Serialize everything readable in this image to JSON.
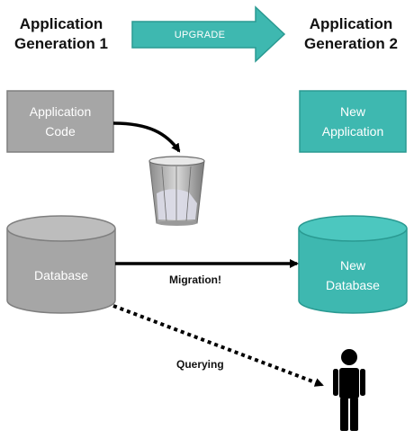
{
  "generations": {
    "left": {
      "line1": "Application",
      "line2": "Generation 1"
    },
    "right": {
      "line1": "Application",
      "line2": "Generation 2"
    }
  },
  "upgrade_label": "UPGRADE",
  "boxes": {
    "app_code": {
      "line1": "Application",
      "line2": "Code"
    },
    "new_app": {
      "line1": "New",
      "line2": "Application"
    }
  },
  "cylinders": {
    "database": {
      "line1": "Database"
    },
    "new_database": {
      "line1": "New",
      "line2": "Database"
    }
  },
  "labels": {
    "migration": "Migration!",
    "querying": "Querying"
  },
  "colors": {
    "teal": "#3eb8b0",
    "teal_dark": "#2a9a92",
    "gray": "#a6a6a6",
    "gray_dark": "#7f7f7f",
    "text_dark": "#111111"
  },
  "icons": [
    "wastebasket-icon",
    "person-icon"
  ]
}
